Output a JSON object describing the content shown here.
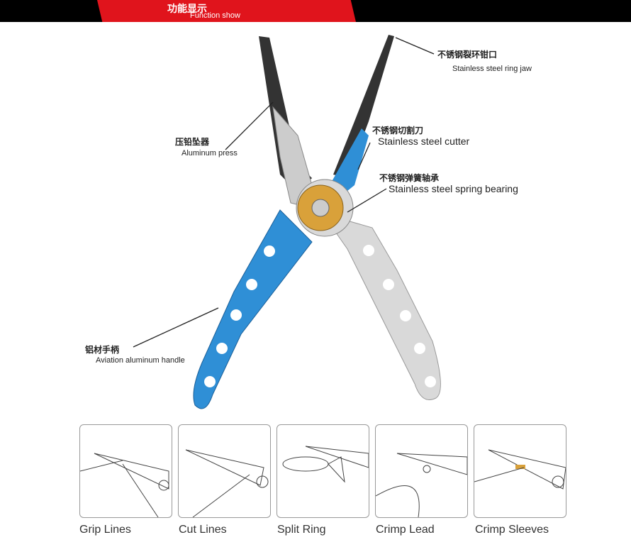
{
  "header": {
    "title_cn": "功能显示",
    "title_en": "Function show"
  },
  "callouts": [
    {
      "cn": "不锈钢裂环钳口",
      "en": "Stainless steel ring jaw"
    },
    {
      "cn": "压铅坠器",
      "en": "Aluminum press"
    },
    {
      "cn": "不锈钢切割刀",
      "en": "Stainless steel cutter"
    },
    {
      "cn": "不锈钢弹簧轴承",
      "en": "Stainless steel spring bearing"
    },
    {
      "cn": "铝材手柄",
      "en": "Aviation aluminum handle"
    }
  ],
  "functions": [
    {
      "label": "Grip Lines"
    },
    {
      "label": "Cut Lines"
    },
    {
      "label": "Split Ring"
    },
    {
      "label": "Crimp Lead"
    },
    {
      "label": "Crimp Sleeves"
    }
  ],
  "colors": {
    "header_bg": "#000000",
    "header_tab": "#e0141c",
    "handle_blue": "#2f8fd6",
    "handle_silver": "#d9d9d9",
    "bearing_gold": "#d9a13a"
  }
}
